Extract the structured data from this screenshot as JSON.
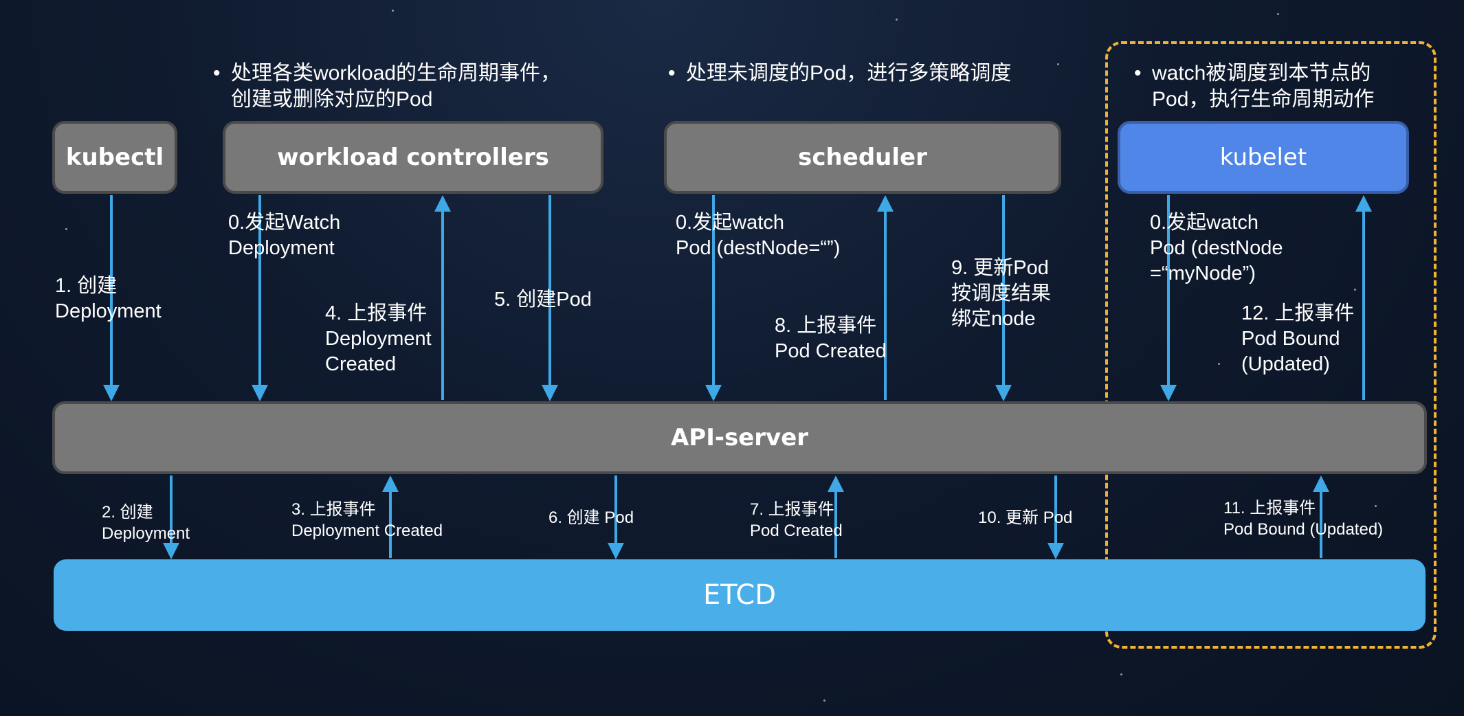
{
  "notes": {
    "controllers": [
      "处理各类workload的生命周期事件，",
      "创建或删除对应的Pod"
    ],
    "scheduler": [
      "处理未调度的Pod，进行多策略调度"
    ],
    "kubelet": [
      "watch被调度到本节点的",
      "Pod，执行生命周期动作"
    ]
  },
  "components": {
    "kubectl": "kubectl",
    "controllers": "workload controllers",
    "scheduler": "scheduler",
    "kubelet": "kubelet",
    "apiserver": "API-server",
    "etcd": "ETCD"
  },
  "upper_labels": {
    "l1": [
      "1. 创建",
      "Deployment"
    ],
    "l0_ctrl": [
      "0.发起Watch",
      "Deployment"
    ],
    "l4": [
      "4. 上报事件",
      "Deployment",
      "Created"
    ],
    "l5": [
      "5. 创建Pod"
    ],
    "l0_sched": [
      "0.发起watch",
      "Pod (destNode=“”)"
    ],
    "l8": [
      "8. 上报事件",
      "Pod Created"
    ],
    "l9": [
      "9. 更新Pod",
      "按调度结果",
      "绑定node"
    ],
    "l0_kubelet": [
      "0.发起watch",
      "Pod (destNode",
      "=“myNode”)"
    ],
    "l12": [
      "12. 上报事件",
      "Pod Bound",
      "(Updated)"
    ]
  },
  "lower_labels": {
    "l2": [
      "2. 创建",
      "Deployment"
    ],
    "l3": [
      "3. 上报事件",
      "Deployment Created"
    ],
    "l6": [
      "6. 创建 Pod"
    ],
    "l7": [
      "7. 上报事件",
      "Pod Created"
    ],
    "l10": [
      "10. 更新 Pod"
    ],
    "l11": [
      "11. 上报事件",
      "Pod Bound (Updated)"
    ]
  },
  "colors": {
    "arrow": "#3fa9e8",
    "component_box": "#787878",
    "kubelet_box": "#4f86e8",
    "etcd_box": "#4aaee8",
    "highlight_dash": "#f2b233"
  }
}
